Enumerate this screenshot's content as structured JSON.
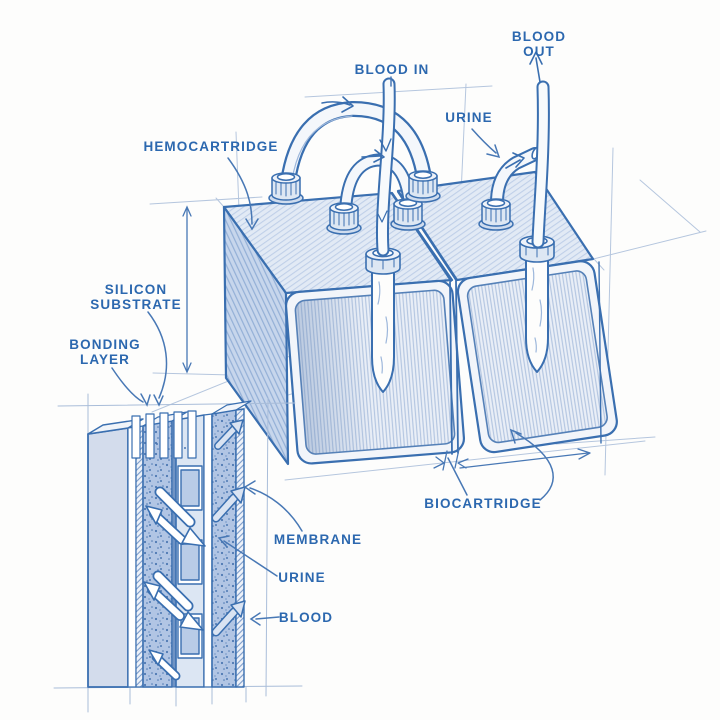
{
  "figure": {
    "subject": "implantable artificial kidney cartridge assembly, blueprint-style sketch",
    "colors": {
      "ink": "#2c68af",
      "ink_line": "#3a6fb0",
      "construction": "#a9bdd9",
      "face_stripe_bg": "#eaeff7",
      "face_stripe": "#b4c6e1",
      "top_hatch_bg": "#e2eaf5",
      "side_hatch_bg": "#c7d6ec",
      "speckle_fill": "#b1c5e4",
      "speckle_dot": "#4d78b2",
      "background": "#fdfdfc"
    }
  },
  "labels": {
    "hemocartridge": "HEMOCARTRIDGE",
    "blood_in": "BLOOD IN",
    "blood_out_line1": "BLOOD",
    "blood_out_line2": "OUT",
    "urine_top": "URINE",
    "silicon_substrate_line1": "SILICON",
    "silicon_substrate_line2": "SUBSTRATE",
    "bonding_layer_line1": "BONDING",
    "bonding_layer_line2": "LAYER",
    "biocartridge": "BIOCARTRIDGE",
    "membrane": "MEMBRANE",
    "urine_detail": "URINE",
    "blood_detail": "BLOOD"
  }
}
